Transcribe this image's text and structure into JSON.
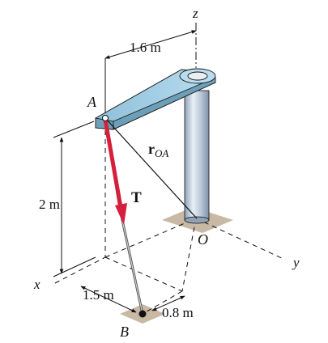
{
  "labels": {
    "z_axis": "z",
    "x_axis": "x",
    "y_axis": "y",
    "point_a": "A",
    "point_b": "B",
    "point_o": "O",
    "vector_t": "T",
    "r_main": "r",
    "r_sub": "OA"
  },
  "dimensions": {
    "arm_length": "1.6 m",
    "height": "2 m",
    "x_offset": "1.5 m",
    "y_offset": "0.8 m"
  },
  "colors": {
    "tension_vector": "#d61f3c",
    "member": "#a9d1e6",
    "member_dark": "#6e9fb8",
    "post": "#b9c7d8",
    "floor_patch": "#c9b9a4",
    "line": "#111111"
  }
}
